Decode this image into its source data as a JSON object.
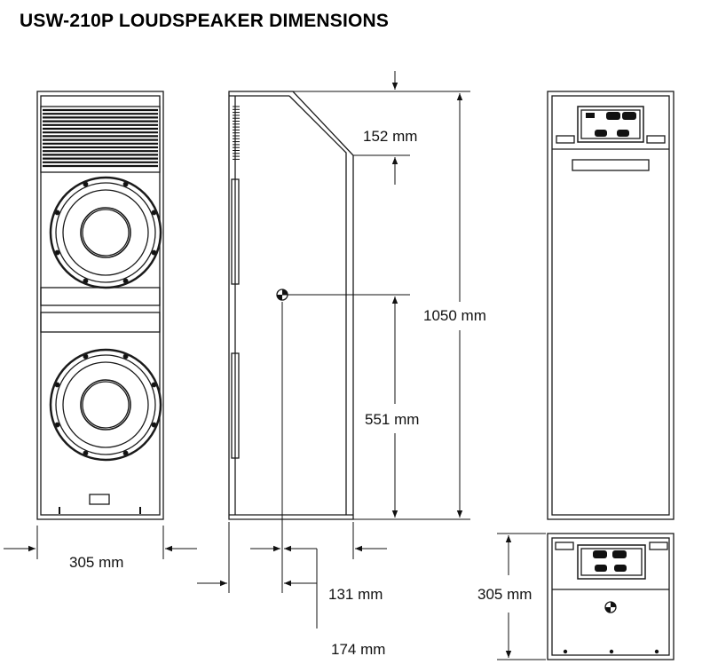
{
  "title": "USW-210P LOUDSPEAKER DIMENSIONS",
  "dimensions": {
    "front_width": "305 mm",
    "top_step": "152 mm",
    "total_height": "1050 mm",
    "mount_height": "551 mm",
    "mount_depth": "131 mm",
    "total_depth": "174 mm",
    "bottom_depth": "305 mm"
  },
  "colors": {
    "line": "#1a1a1a",
    "fill": "#ffffff",
    "dark": "#222222"
  }
}
